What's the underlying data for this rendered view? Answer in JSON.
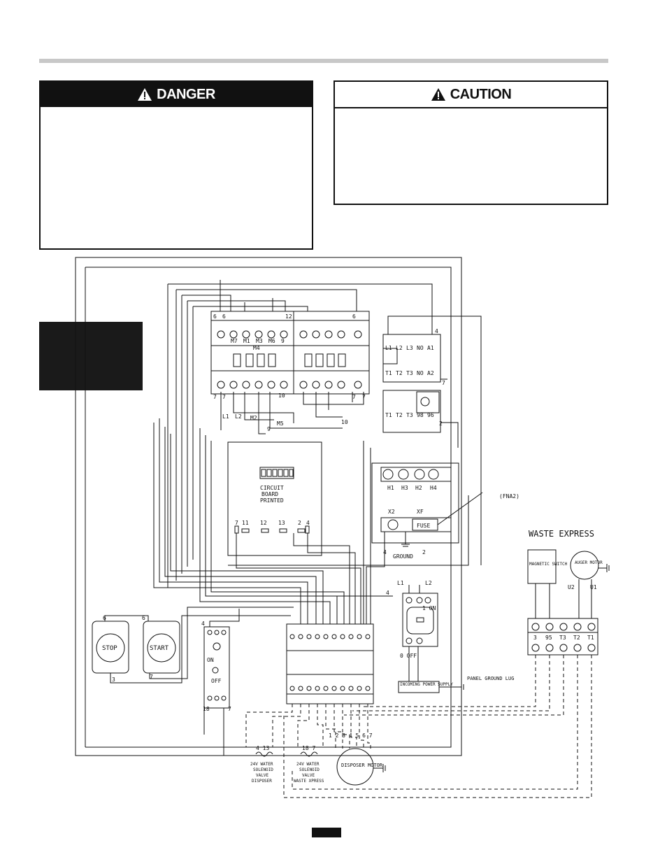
{
  "danger_box": {
    "title": "DANGER",
    "icon": "warning-triangle-icon"
  },
  "caution_box": {
    "title": "CAUTION",
    "icon": "warning-triangle-icon"
  },
  "diagram": {
    "contactor_top_labels": [
      "6",
      "6",
      "M7",
      "M1",
      "M3",
      "M6",
      "9",
      "12",
      "6"
    ],
    "contactor_mid_label": "M4",
    "contactor_bottom_labels": [
      "7",
      "7",
      "L1",
      "L2",
      "M2",
      "M5",
      "10",
      "7",
      "7",
      "9",
      "10"
    ],
    "relay_top_labels": [
      "L1",
      "L2",
      "L3",
      "NO",
      "A1"
    ],
    "relay_bottom_labels": [
      "T1",
      "T2",
      "T3",
      "NO",
      "A2"
    ],
    "overload_labels": [
      "T1",
      "T2",
      "T3",
      "98",
      "96"
    ],
    "transformer_labels": [
      "H1",
      "H3",
      "H2",
      "H4"
    ],
    "fuse_labels": {
      "x2": "X2",
      "xf": "XF",
      "fuse": "FUSE",
      "ground": "GROUND",
      "fna": "(FNA2)"
    },
    "circuit_board": {
      "line1": "CIRCUIT",
      "line2": "BOARD",
      "line3": "PRINTED",
      "terminals": [
        "7",
        "11",
        "12",
        "13",
        "2",
        "4"
      ]
    },
    "waste_express": "WASTE EXPRESS",
    "magnetic_switch": "MAGNETIC SWITCH",
    "auger_motor": "AUGER MOTOR",
    "motor_terminals": [
      "U2",
      "U1"
    ],
    "we_terminals": [
      "3",
      "95",
      "T3",
      "T2",
      "T1"
    ],
    "stop_button": "STOP",
    "start_button": "START",
    "button_numbers": [
      "6",
      "6",
      "3",
      "7"
    ],
    "timer_labels": {
      "on": "ON",
      "off": "OFF",
      "top": "4",
      "bottom_left": "18",
      "bottom_right": "7"
    },
    "disconnect_labels": {
      "l1": "L1",
      "l2": "L2",
      "off": "0 OFF",
      "on": "1 ON"
    },
    "incoming_power": "INCOMING POWER SUPPLY",
    "panel_ground": "PANEL GROUND LUG",
    "solenoid_disposer": {
      "nums": "4   13",
      "line1": "24V WATER",
      "line2": "SOLENOID",
      "line3": "VALVE",
      "line4": "DISPOSER"
    },
    "solenoid_waste": {
      "nums": "18   7",
      "line1": "24V WATER",
      "line2": "SOLENOID",
      "line3": "VALVE",
      "line4": "WASTE XPRESS"
    },
    "disposer_motor": "DISPOSER MOTOR",
    "disposer_wires": "1  2  3  4  5  6  7",
    "misc_numbers": {
      "n4a": "4",
      "n7a": "7",
      "n2a": "2",
      "n4b": "4",
      "n2b": "2",
      "n4c": "4",
      "n1_8": "18",
      "n7b": "7"
    }
  }
}
